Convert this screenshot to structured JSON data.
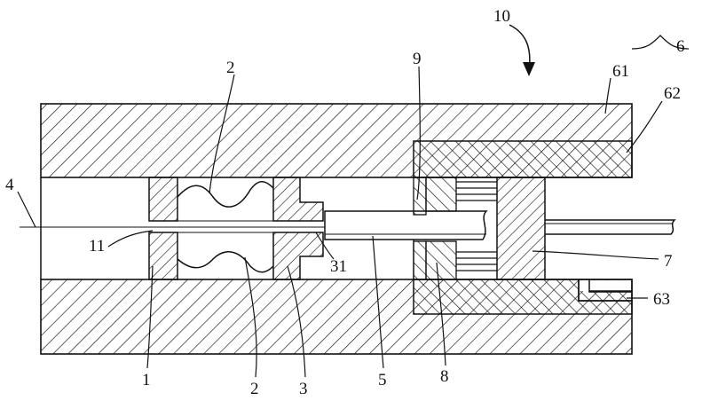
{
  "figure": {
    "title_label": "10",
    "labels": {
      "part_1": "1",
      "part_2_top": "2",
      "part_2_bottom": "2",
      "part_3": "3",
      "part_4": "4",
      "part_5": "5",
      "part_6": "6",
      "part_7": "7",
      "part_8": "8",
      "part_9": "9",
      "part_11": "11",
      "part_31": "31",
      "part_61": "61",
      "part_62": "62",
      "part_63": "63"
    }
  },
  "colors": {
    "line": "#111111",
    "background": "#ffffff"
  }
}
